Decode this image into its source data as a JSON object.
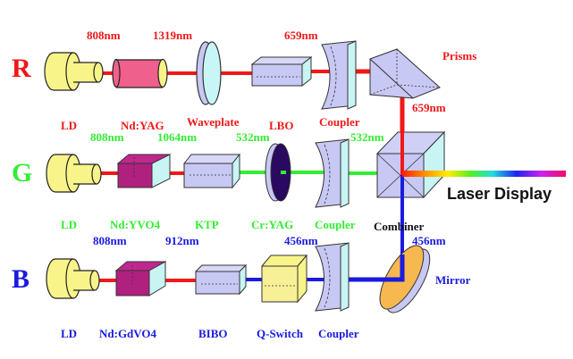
{
  "channels": {
    "r": {
      "letter": "R",
      "color": "#f01818",
      "wavelengths": [
        "808nm",
        "1319nm",
        "659nm",
        "659nm"
      ],
      "components": [
        "LD",
        "Nd:YAG",
        "Waveplate",
        "LBO",
        "Coupler"
      ],
      "extra_component": "Prisms"
    },
    "g": {
      "letter": "G",
      "color": "#33ee33",
      "wavelengths": [
        "808nm",
        "1064nm",
        "532nm",
        "532nm"
      ],
      "components": [
        "LD",
        "Nd:YVO4",
        "KTP",
        "Cr:YAG",
        "Coupler"
      ]
    },
    "b": {
      "letter": "B",
      "color": "#1a1ae0",
      "wavelengths": [
        "808nm",
        "912nm",
        "456nm",
        "456nm"
      ],
      "components": [
        "LD",
        "Nd:GdVO4",
        "BIBO",
        "Q-Switch",
        "Coupler"
      ],
      "extra_component": "Mirror"
    }
  },
  "combiner_label": "Combiner",
  "output_label": "Laser Display"
}
